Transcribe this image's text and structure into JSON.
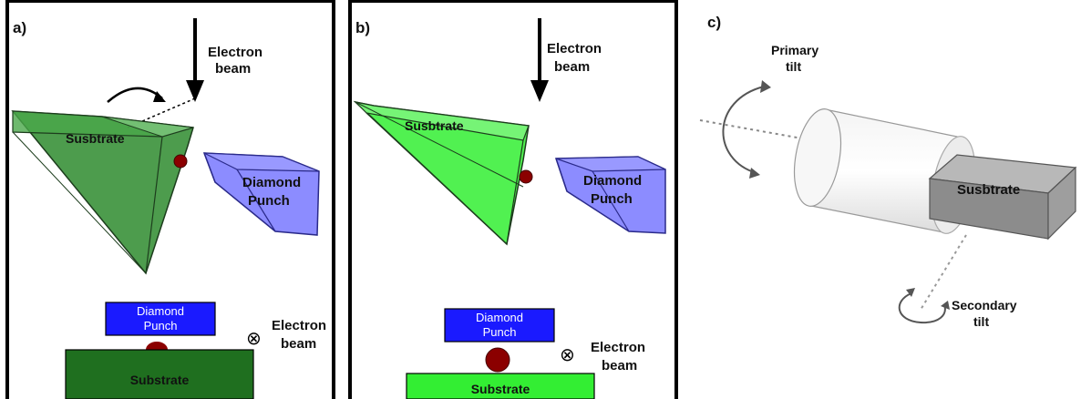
{
  "panel_a": {
    "letter": "a)",
    "beam_top_line1": "Electron",
    "beam_top_line2": "beam",
    "substrate_3d": "Susbtrate",
    "punch_3d_line1": "Diamond",
    "punch_3d_line2": "Punch",
    "punch_box_line1": "Diamond",
    "punch_box_line2": "Punch",
    "substrate_box": "Substrate",
    "beam_side_line1": "Electron",
    "beam_side_line2": "beam",
    "beam_symbol": "⊗"
  },
  "panel_b": {
    "letter": "b)",
    "beam_top_line1": "Electron",
    "beam_top_line2": "beam",
    "substrate_3d": "Susbtrate",
    "punch_3d_line1": "Diamond",
    "punch_3d_line2": "Punch",
    "punch_box_line1": "Diamond",
    "punch_box_line2": "Punch",
    "substrate_box": "Substrate",
    "beam_side_line1": "Electron",
    "beam_side_line2": "beam",
    "beam_symbol": "⊗"
  },
  "panel_c": {
    "letter": "c)",
    "primary_line1": "Primary",
    "primary_line2": "tilt",
    "substrate": "Susbtrate",
    "secondary_line1": "Secondary",
    "secondary_line2": "tilt"
  },
  "colors": {
    "dark_green": "#2e7d32",
    "bright_green": "#33e633",
    "punch_blue": "#1a1aff",
    "punch_3d": "#7b7bff",
    "ball": "#8b0000"
  }
}
